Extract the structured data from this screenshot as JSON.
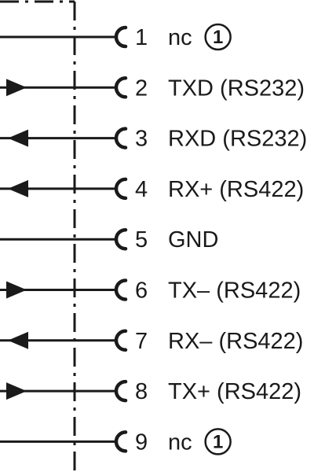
{
  "pins": [
    {
      "number": "1",
      "label": "nc",
      "direction": "none",
      "note": "1"
    },
    {
      "number": "2",
      "label": "TXD (RS232)",
      "direction": "in",
      "note": ""
    },
    {
      "number": "3",
      "label": "RXD (RS232)",
      "direction": "out",
      "note": ""
    },
    {
      "number": "4",
      "label": "RX+ (RS422)",
      "direction": "out",
      "note": ""
    },
    {
      "number": "5",
      "label": "GND",
      "direction": "none",
      "note": ""
    },
    {
      "number": "6",
      "label": "TX– (RS422)",
      "direction": "in",
      "note": ""
    },
    {
      "number": "7",
      "label": "RX– (RS422)",
      "direction": "out",
      "note": ""
    },
    {
      "number": "8",
      "label": "TX+ (RS422)",
      "direction": "in",
      "note": ""
    },
    {
      "number": "9",
      "label": "nc",
      "direction": "none",
      "note": "1"
    }
  ],
  "colors": {
    "line": "#1a1a1a",
    "background": "#ffffff"
  }
}
